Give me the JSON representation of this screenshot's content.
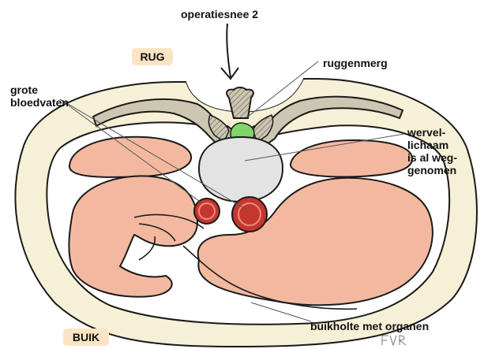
{
  "labels": {
    "incision": "operatiesnee 2",
    "spinal_cord": "ruggenmerg",
    "blood_vessels": "grote\nbloedvaten",
    "vertebral_body": "wervel-\nlichaam\nis al weg-\ngenomen",
    "abdomen": "buikholte met organen",
    "back": "RUG",
    "belly": "BUIK"
  },
  "signature": "FvR",
  "colors": {
    "body_outline_fill": "#f6f0d6",
    "tag_fill": "#fbe4c4",
    "organ_fill": "#f3b9a0",
    "bone_fill": "#cdc6b2",
    "spinal_cord": "#7fd46a",
    "vertebral_body": "#e3e3e3",
    "vessel": "#c5372e",
    "outline": "#1a1a1a"
  }
}
